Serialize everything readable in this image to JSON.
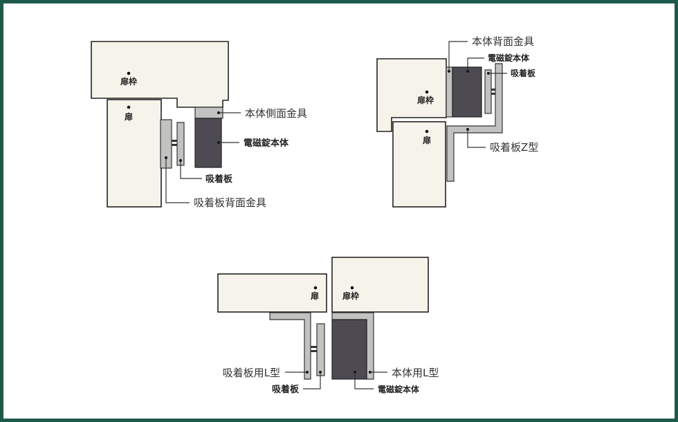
{
  "diagram1": {
    "frame_label": "扉枠",
    "door_label": "扉",
    "side_bracket_label": "本体側面金具",
    "lock_body_label": "電磁錠本体",
    "plate_label": "吸着板",
    "plate_back_bracket_label": "吸着板背面金具"
  },
  "diagram2": {
    "frame_label": "扉枠",
    "door_label": "扉",
    "back_bracket_label": "本体背面金具",
    "lock_body_label": "電磁錠本体",
    "plate_label": "吸着板",
    "z_plate_label": "吸着板Z型"
  },
  "diagram3": {
    "door_label": "扉",
    "frame_label": "扉枠",
    "plate_l_label": "吸着板用L型",
    "plate_label": "吸着板",
    "body_l_label": "本体用L型",
    "lock_body_label": "電磁錠本体"
  },
  "colors": {
    "border": "#1d5a49",
    "wood": "#f6f4ea",
    "metal": "#c2c2c0",
    "magnet": "#4d4b51"
  }
}
